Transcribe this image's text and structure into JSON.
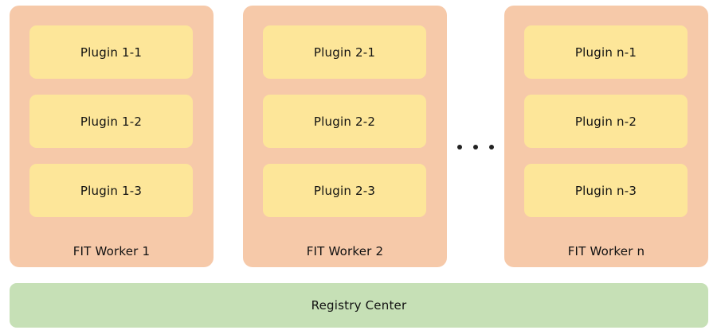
{
  "colors": {
    "worker_bg": "#f6c9a9",
    "plugin_bg": "#fde699",
    "registry_bg": "#c6e0b6",
    "text": "#111111"
  },
  "workers": [
    {
      "label": "FIT Worker 1",
      "plugins": [
        "Plugin 1-1",
        "Plugin 1-2",
        "Plugin 1-3"
      ]
    },
    {
      "label": "FIT Worker 2",
      "plugins": [
        "Plugin 2-1",
        "Plugin 2-2",
        "Plugin 2-3"
      ]
    },
    {
      "label": "FIT Worker n",
      "plugins": [
        "Plugin n-1",
        "Plugin n-2",
        "Plugin n-3"
      ]
    }
  ],
  "ellipsis_icon": "horizontal-ellipsis",
  "registry": {
    "label": "Registry Center"
  }
}
